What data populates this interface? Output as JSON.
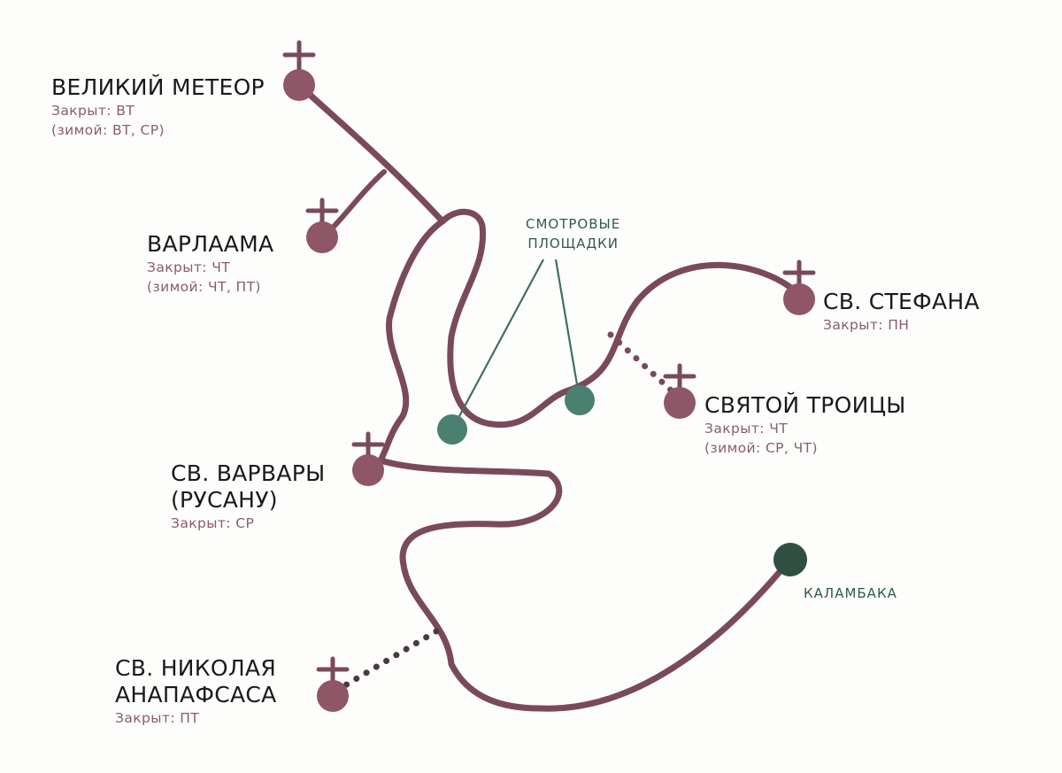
{
  "monasteries": [
    {
      "id": "great-meteoron",
      "name_lines": [
        "ВЕЛИКИЙ МЕТЕОР"
      ],
      "note_lines": [
        "Закрыт: ВТ",
        "(зимой: ВТ, СР)"
      ]
    },
    {
      "id": "varlaam",
      "name_lines": [
        "ВАРЛААМА"
      ],
      "note_lines": [
        "Закрыт: ЧТ",
        "(зимой: ЧТ, ПТ)"
      ]
    },
    {
      "id": "st-stephen",
      "name_lines": [
        "СВ. СТЕФАНА"
      ],
      "note_lines": [
        "Закрыт: ПН"
      ]
    },
    {
      "id": "holy-trinity",
      "name_lines": [
        "СВЯТОЙ ТРОИЦЫ"
      ],
      "note_lines": [
        "Закрыт: ЧТ",
        "(зимой: СР, ЧТ)"
      ]
    },
    {
      "id": "st-barbara",
      "name_lines": [
        "СВ. ВАРВАРЫ",
        "(РУСАНУ)"
      ],
      "note_lines": [
        "Закрыт: СР"
      ]
    },
    {
      "id": "st-nicholas",
      "name_lines": [
        "СВ. НИКОЛАЯ",
        "АНАПАФСАСА"
      ],
      "note_lines": [
        "Закрыт: ПТ"
      ]
    }
  ],
  "viewpoints_label_lines": [
    "СМОТРОВЫЕ",
    "ПЛОЩАДКИ"
  ],
  "town_label": "КАЛАМБАКА",
  "colors": {
    "road": "#7a4a5c",
    "monastery_marker": "#8f5668",
    "viewpoint": "#4a8070",
    "town_marker": "#2f4f43",
    "note_text": "#8a5c6e",
    "name_text": "#1a1a1a"
  },
  "icons": {
    "monastery": "cross-icon",
    "viewpoint": "circle-marker",
    "town": "circle-marker"
  }
}
